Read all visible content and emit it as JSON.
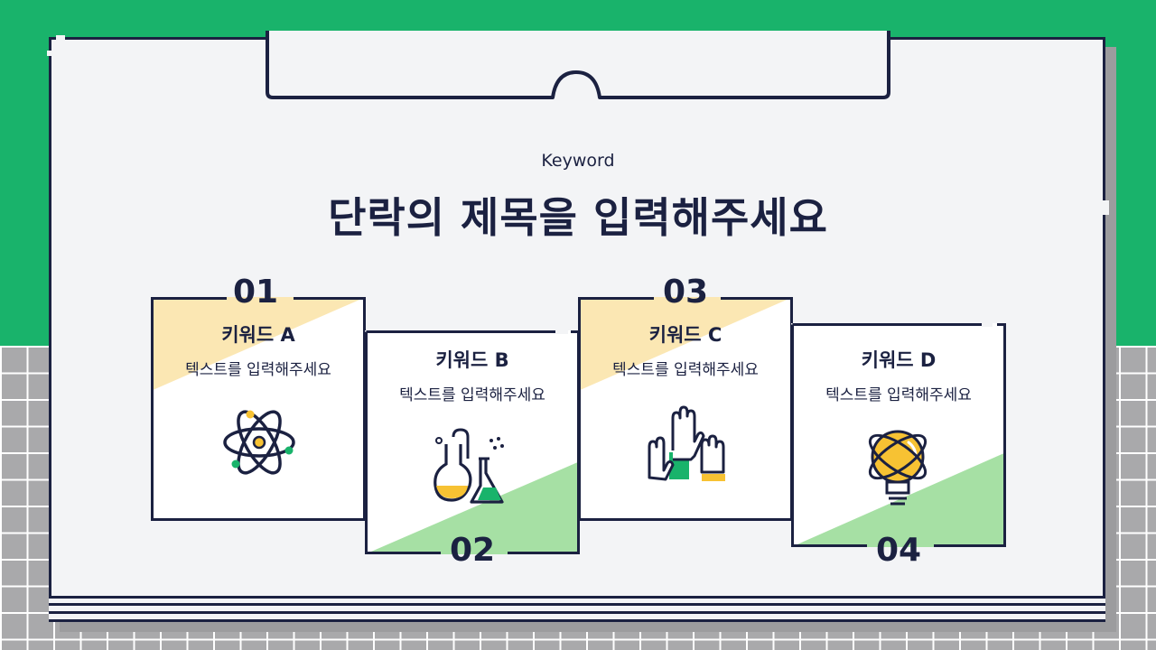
{
  "header": {
    "subtitle": "Keyword",
    "title": "단락의 제목을 입력해주세요"
  },
  "cards": [
    {
      "number": "01",
      "keyword": "키워드 A",
      "text": "텍스트를 입력해주세요",
      "icon": "atom-icon"
    },
    {
      "number": "02",
      "keyword": "키워드 B",
      "text": "텍스트를 입력해주세요",
      "icon": "flask-icon"
    },
    {
      "number": "03",
      "keyword": "키워드 C",
      "text": "텍스트를 입력해주세요",
      "icon": "raised-hands-icon"
    },
    {
      "number": "04",
      "keyword": "키워드 D",
      "text": "텍스트를 입력해주세요",
      "icon": "lightbulb-atom-icon"
    }
  ],
  "colors": {
    "green": "#19b36b",
    "navy": "#1b2141",
    "yellow_tint": "#fbe7b3",
    "green_tint": "#a6e0a4",
    "yellow": "#f7c233"
  }
}
